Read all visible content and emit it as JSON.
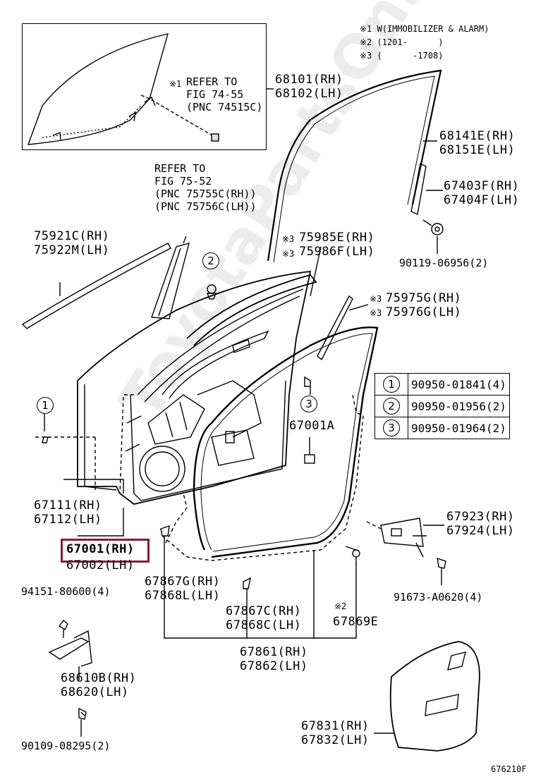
{
  "notes": {
    "n1": "※1 W(IMMOBILIZER & ALARM)",
    "n2": "※2 (1201-      )",
    "n3": "※3 (      -1708)"
  },
  "inset": {
    "mark": "※1",
    "refer": "REFER TO\nFIG 74-55\n(PNC 74515C)"
  },
  "refer2": "REFER TO\nFIG 75-52\n(PNC 75755C(RH))\n(PNC 75756C(LH))",
  "parts": {
    "p68101": "68101(RH)\n68102(LH)",
    "p68141": "68141E(RH)\n68151E(LH)",
    "p67403": "67403F(RH)\n67404F(LH)",
    "p90119": "90119-06956(2)",
    "p75921": "75921C(RH)\n75922M(LH)",
    "p75985": "75985E(RH)\n75986F(LH)",
    "p75975": "75975G(RH)\n75976G(LH)",
    "p67001a": "67001A",
    "p67111": "67111(RH)\n67112(LH)",
    "p67001_rh": "67001(RH)",
    "p67002_lh": "67002(LH)",
    "p67923": "67923(RH)\n67924(LH)",
    "p91673": "91673-A0620(4)",
    "p94151": "94151-80600(4)",
    "p67867g": "67867G(RH)\n67868L(LH)",
    "p67867c": "67867C(RH)\n67868C(LH)",
    "p67869": "67869E",
    "p67861": "67861(RH)\n67862(LH)",
    "p68610": "68610B(RH)\n68620(LH)",
    "p90109": "90109-08295(2)",
    "p67831": "67831(RH)\n67832(LH)",
    "mark3a": "※3",
    "mark3b": "※3",
    "mark3c": "※3",
    "mark3d": "※3",
    "mark2": "※2"
  },
  "legend": [
    {
      "num": "1",
      "part": "90950-01841(4)"
    },
    {
      "num": "2",
      "part": "90950-01956(2)"
    },
    {
      "num": "3",
      "part": "90950-01964(2)"
    }
  ],
  "callouts": {
    "c1": "1",
    "c2": "2",
    "c3": "3"
  },
  "figure_id": "676210F",
  "watermark": "ToyotaPartsOnline.ru",
  "colors": {
    "highlight": "#8b1a3a"
  }
}
